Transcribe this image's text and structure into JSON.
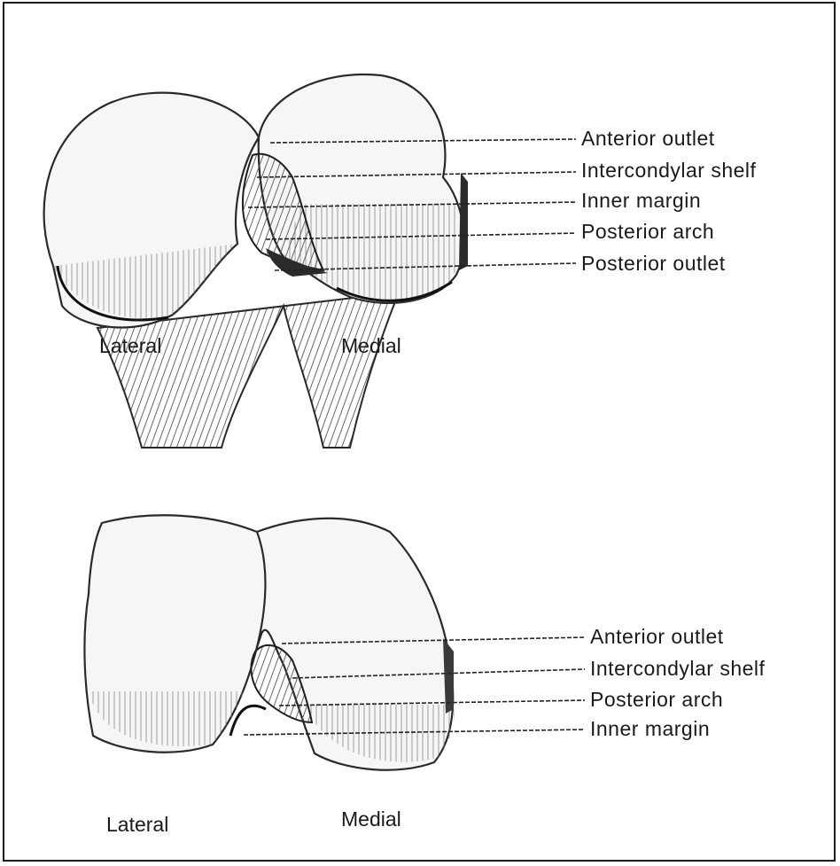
{
  "top_view": {
    "labels": [
      "Anterior outlet",
      "Intercondylar shelf",
      "Inner margin",
      "Posterior arch",
      "Posterior outlet"
    ],
    "side_left": "Lateral",
    "side_right": "Medial"
  },
  "bottom_view": {
    "labels": [
      "Anterior outlet",
      "Intercondylar shelf",
      "Posterior arch",
      "Inner margin"
    ],
    "side_left": "Lateral",
    "side_right": "Medial"
  }
}
